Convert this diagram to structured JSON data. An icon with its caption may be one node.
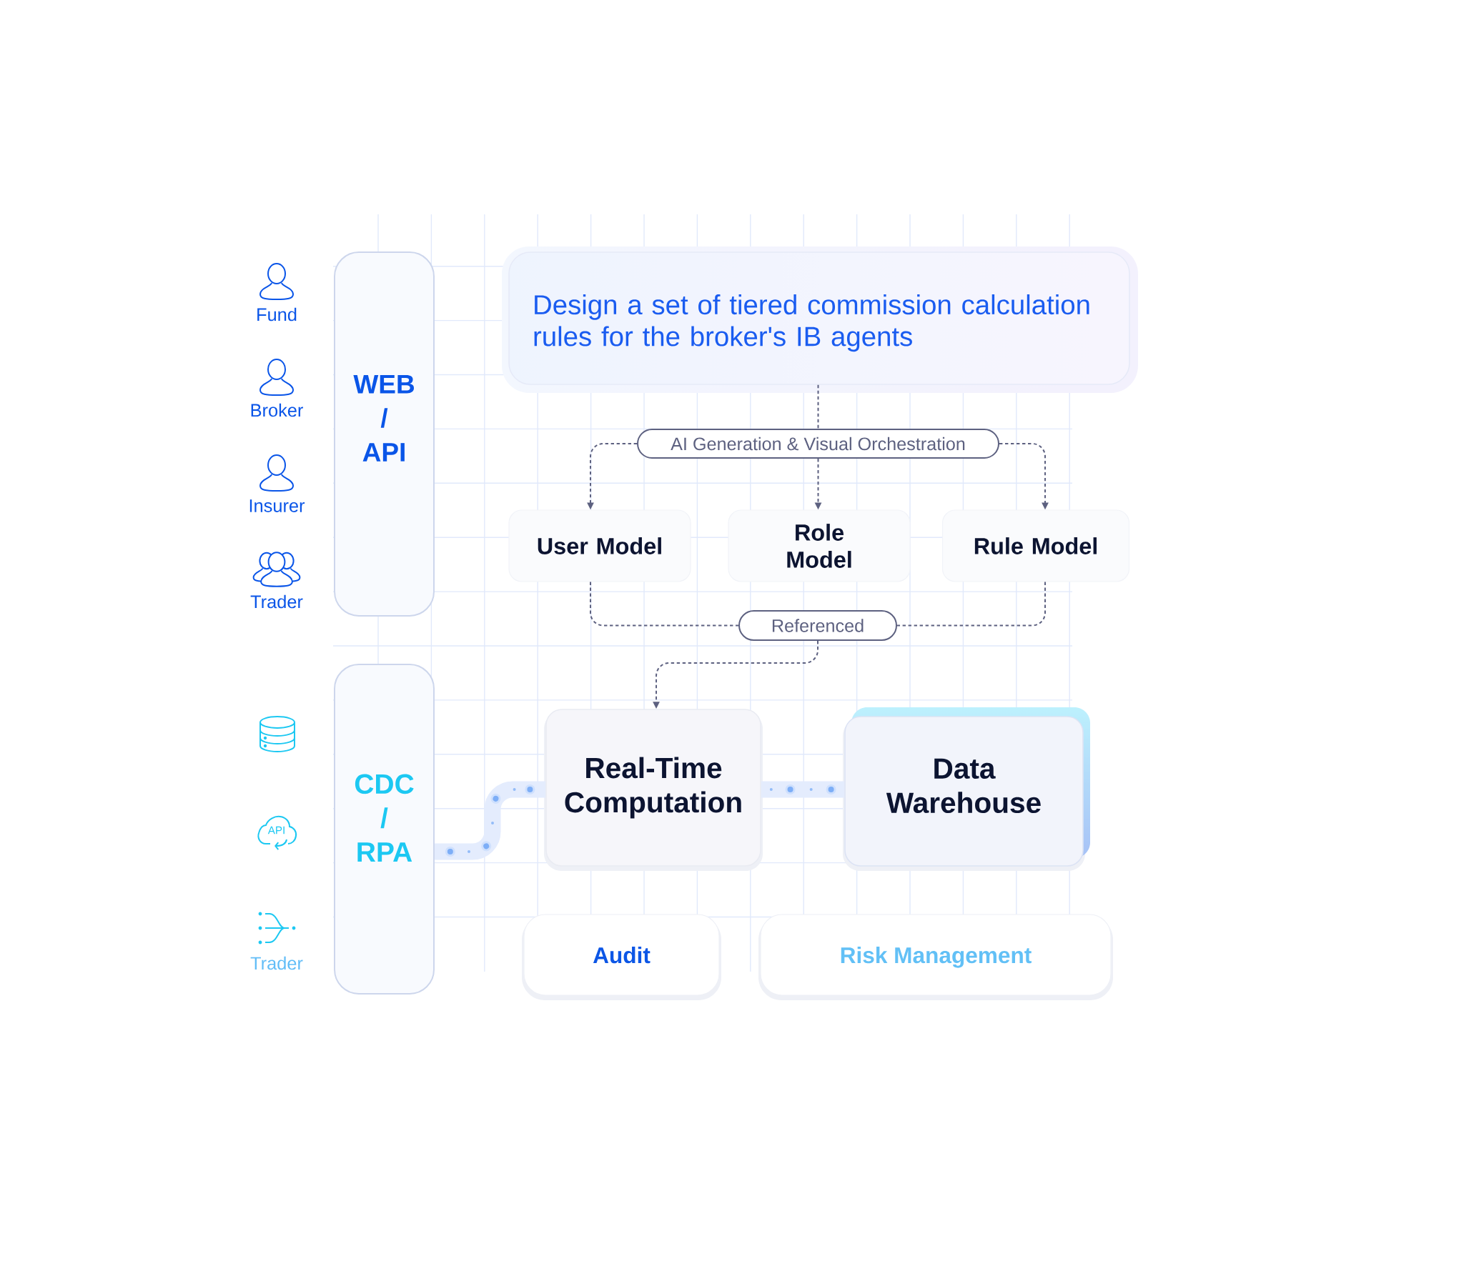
{
  "diagram": {
    "nodes": [
      {
        "text": [
          "WEB / API"
        ]
      },
      {
        "text": [
          "Design a set of tiered commission calculation rules for the broker's IB agents"
        ]
      },
      {
        "text": [
          "AI Generation & Visual Orchestration"
        ]
      },
      {
        "text": [
          "User Model"
        ]
      },
      {
        "text": [
          "Role Model"
        ]
      },
      {
        "text": [
          "Rule Model"
        ]
      },
      {
        "text": [
          "Referenced"
        ]
      },
      {
        "text": [
          "CDC / RPA"
        ]
      },
      {
        "text": [
          "Real-Time Computation"
        ]
      },
      {
        "text": [
          "Data Warehouse"
        ]
      },
      {
        "text": [
          "Audit"
        ]
      },
      {
        "text": [
          "Risk Management"
        ]
      }
    ],
    "edges": [
      {
        "from": 1,
        "to": 2,
        "arrow": "none",
        "style": "dashed"
      },
      {
        "from": 2,
        "to": 3,
        "arrow": "to",
        "style": "dashed"
      },
      {
        "from": 2,
        "to": 4,
        "arrow": "to",
        "style": "dashed"
      },
      {
        "from": 2,
        "to": 5,
        "arrow": "to",
        "style": "dashed"
      },
      {
        "from": 3,
        "to": 6,
        "arrow": "none",
        "style": "dashed"
      },
      {
        "from": 5,
        "to": 6,
        "arrow": "none",
        "style": "dashed"
      },
      {
        "from": 6,
        "to": 8,
        "arrow": "to",
        "style": "dashed"
      },
      {
        "from": 7,
        "to": 8,
        "arrow": "none",
        "style": "thick",
        "color": "#e4ecfd"
      },
      {
        "from": 8,
        "to": 9,
        "arrow": "none",
        "style": "thick",
        "color": "#e4ecfd"
      }
    ],
    "labels": [
      "Fund",
      "Broker",
      "Insurer",
      "Trader",
      "API",
      "Trader"
    ]
  }
}
